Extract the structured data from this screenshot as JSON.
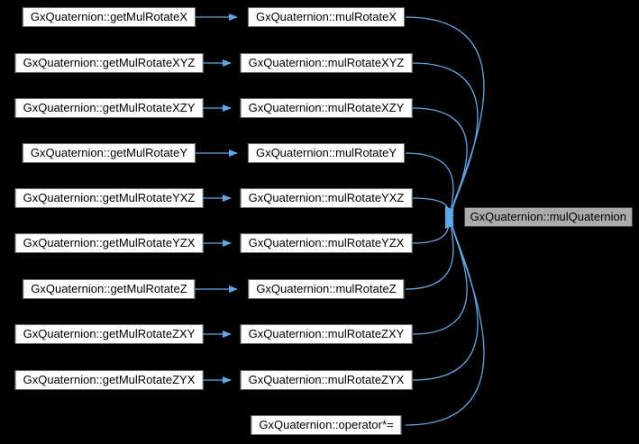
{
  "graph": {
    "background": "#000000",
    "arrow_color": "#5ea8e8",
    "node_fill": "#ffffff",
    "node_border": "#6f6f6f",
    "target_fill": "#ababab",
    "left_nodes": [
      {
        "label": "GxQuaternion::getMulRotateX"
      },
      {
        "label": "GxQuaternion::getMulRotateXYZ"
      },
      {
        "label": "GxQuaternion::getMulRotateXZY"
      },
      {
        "label": "GxQuaternion::getMulRotateY"
      },
      {
        "label": "GxQuaternion::getMulRotateYXZ"
      },
      {
        "label": "GxQuaternion::getMulRotateYZX"
      },
      {
        "label": "GxQuaternion::getMulRotateZ"
      },
      {
        "label": "GxQuaternion::getMulRotateZXY"
      },
      {
        "label": "GxQuaternion::getMulRotateZYX"
      }
    ],
    "middle_nodes": [
      {
        "label": "GxQuaternion::mulRotateX"
      },
      {
        "label": "GxQuaternion::mulRotateXYZ"
      },
      {
        "label": "GxQuaternion::mulRotateXZY"
      },
      {
        "label": "GxQuaternion::mulRotateY"
      },
      {
        "label": "GxQuaternion::mulRotateYXZ"
      },
      {
        "label": "GxQuaternion::mulRotateYZX"
      },
      {
        "label": "GxQuaternion::mulRotateZ"
      },
      {
        "label": "GxQuaternion::mulRotateZXY"
      },
      {
        "label": "GxQuaternion::mulRotateZYX"
      },
      {
        "label": "GxQuaternion::operator*="
      }
    ],
    "target_node": {
      "label": "GxQuaternion::mulQuaternion"
    },
    "edges": [
      {
        "from": "GxQuaternion::getMulRotateX",
        "to": "GxQuaternion::mulRotateX"
      },
      {
        "from": "GxQuaternion::getMulRotateXYZ",
        "to": "GxQuaternion::mulRotateXYZ"
      },
      {
        "from": "GxQuaternion::getMulRotateXZY",
        "to": "GxQuaternion::mulRotateXZY"
      },
      {
        "from": "GxQuaternion::getMulRotateY",
        "to": "GxQuaternion::mulRotateY"
      },
      {
        "from": "GxQuaternion::getMulRotateYXZ",
        "to": "GxQuaternion::mulRotateYXZ"
      },
      {
        "from": "GxQuaternion::getMulRotateYZX",
        "to": "GxQuaternion::mulRotateYZX"
      },
      {
        "from": "GxQuaternion::getMulRotateZ",
        "to": "GxQuaternion::mulRotateZ"
      },
      {
        "from": "GxQuaternion::getMulRotateZXY",
        "to": "GxQuaternion::mulRotateZXY"
      },
      {
        "from": "GxQuaternion::getMulRotateZYX",
        "to": "GxQuaternion::mulRotateZYX"
      },
      {
        "from": "GxQuaternion::mulRotateX",
        "to": "GxQuaternion::mulQuaternion"
      },
      {
        "from": "GxQuaternion::mulRotateXYZ",
        "to": "GxQuaternion::mulQuaternion"
      },
      {
        "from": "GxQuaternion::mulRotateXZY",
        "to": "GxQuaternion::mulQuaternion"
      },
      {
        "from": "GxQuaternion::mulRotateY",
        "to": "GxQuaternion::mulQuaternion"
      },
      {
        "from": "GxQuaternion::mulRotateYXZ",
        "to": "GxQuaternion::mulQuaternion"
      },
      {
        "from": "GxQuaternion::mulRotateYZX",
        "to": "GxQuaternion::mulQuaternion"
      },
      {
        "from": "GxQuaternion::mulRotateZ",
        "to": "GxQuaternion::mulQuaternion"
      },
      {
        "from": "GxQuaternion::mulRotateZXY",
        "to": "GxQuaternion::mulQuaternion"
      },
      {
        "from": "GxQuaternion::mulRotateZYX",
        "to": "GxQuaternion::mulQuaternion"
      },
      {
        "from": "GxQuaternion::operator*=",
        "to": "GxQuaternion::mulQuaternion"
      }
    ]
  }
}
